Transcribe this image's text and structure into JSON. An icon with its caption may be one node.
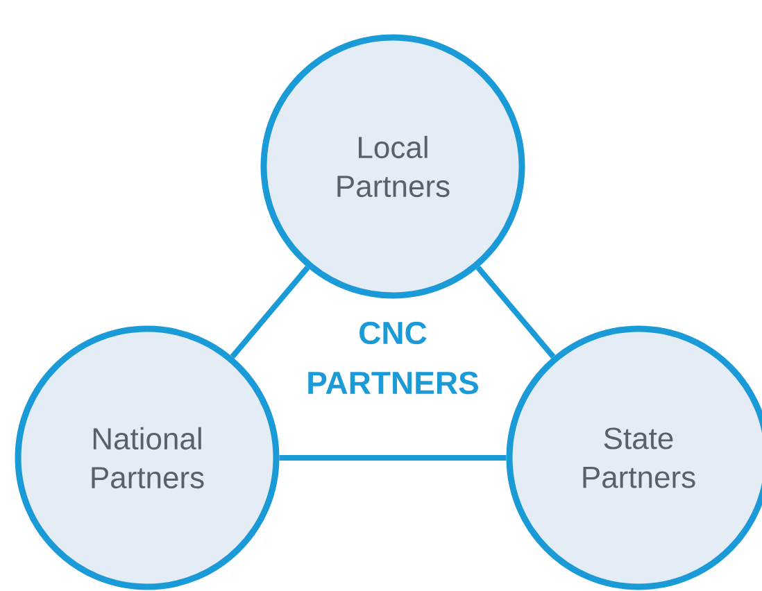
{
  "diagram": {
    "nodes": [
      {
        "text": [
          "Local Partners"
        ]
      },
      {
        "text": [
          "National Partners"
        ]
      },
      {
        "text": [
          "State Partners"
        ]
      }
    ],
    "edges": [
      {
        "from": 0,
        "to": 1,
        "arrow": "none"
      },
      {
        "from": 0,
        "to": 2,
        "arrow": "none"
      },
      {
        "from": 1,
        "to": 2,
        "arrow": "none"
      }
    ],
    "labels": [
      "CNC PARTNERS"
    ]
  }
}
